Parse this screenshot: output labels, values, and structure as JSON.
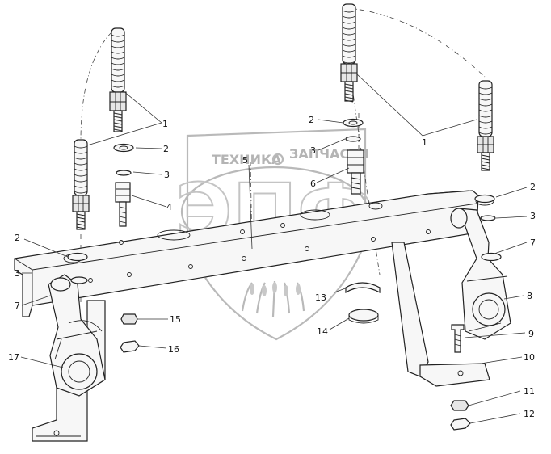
{
  "watermark": {
    "brand_left": "ТЕХНИКА",
    "brand_right": "ЗАПЧАСТИ",
    "logo_letters": "ЭПФ",
    "logo_color": "#b9b9b9"
  },
  "callouts": [
    {
      "id": "c1a",
      "label": "1"
    },
    {
      "id": "c1b",
      "label": "1"
    },
    {
      "id": "c2a",
      "label": "2"
    },
    {
      "id": "c2b",
      "label": "2"
    },
    {
      "id": "c2c",
      "label": "2"
    },
    {
      "id": "c2d",
      "label": "2"
    },
    {
      "id": "c3a",
      "label": "3"
    },
    {
      "id": "c3b",
      "label": "3"
    },
    {
      "id": "c3c",
      "label": "3"
    },
    {
      "id": "c3d",
      "label": "3"
    },
    {
      "id": "c4",
      "label": "4"
    },
    {
      "id": "c5",
      "label": "5"
    },
    {
      "id": "c6",
      "label": "6"
    },
    {
      "id": "c7a",
      "label": "7"
    },
    {
      "id": "c7b",
      "label": "7"
    },
    {
      "id": "c8",
      "label": "8"
    },
    {
      "id": "c9",
      "label": "9"
    },
    {
      "id": "c10",
      "label": "10"
    },
    {
      "id": "c11",
      "label": "11"
    },
    {
      "id": "c12",
      "label": "12"
    },
    {
      "id": "c13",
      "label": "13"
    },
    {
      "id": "c14",
      "label": "14"
    },
    {
      "id": "c15",
      "label": "15"
    },
    {
      "id": "c16",
      "label": "16"
    },
    {
      "id": "c17",
      "label": "17"
    }
  ]
}
